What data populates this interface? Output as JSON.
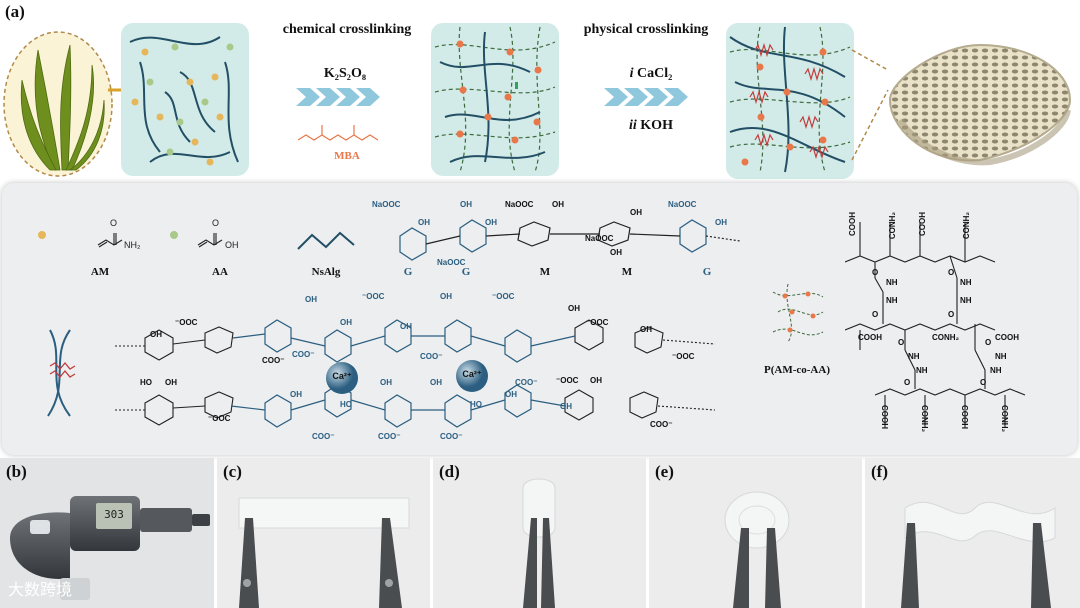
{
  "panel_a": {
    "label": "(a)",
    "step1_title": "chemical crosslinking",
    "step1_reagent": "K₂S₂O₈",
    "step1_crosslinker": "MBA",
    "step2_title": "physical crosslinking",
    "step2_line1_prefix": "i",
    "step2_line1": "CaCl₂",
    "step2_line2_prefix": "ii",
    "step2_line2": "KOH",
    "colors": {
      "arrow": "#8fc8dc",
      "network": "#234f66",
      "crosslink": "#e8784a",
      "box": "#d2ebe8",
      "chain_dash": "#3c6b3c"
    }
  },
  "middle": {
    "legend": [
      {
        "label": "AM",
        "chem": "NH₂",
        "o_label": "O",
        "dot_color": "#e6b75a"
      },
      {
        "label": "AA",
        "chem": "OH",
        "o_label": "O",
        "dot_color": "#a9c98a"
      },
      {
        "label": "NsAlg"
      }
    ],
    "alginate_units": [
      "G",
      "G",
      "M",
      "M",
      "G"
    ],
    "alginate_groups": [
      "NaOOC",
      "OH",
      "OH",
      "NaOOC",
      "OH",
      "NaOOC",
      "OH",
      "NaOOC",
      "OH",
      "NaOOC",
      "OH",
      "OH"
    ],
    "ion_labels": [
      "Ca²⁺",
      "Ca²⁺"
    ],
    "coo_groups": [
      "⁻OOC",
      "OH",
      "COO⁻",
      "OH",
      "⁻OOC",
      "OH",
      "COO⁻",
      "OH",
      "⁻OOC",
      "OH",
      "COO⁻",
      "HO",
      "OH",
      "⁻OOC",
      "OH",
      "COO⁻",
      "HO",
      "OH",
      "COO⁻",
      "OH",
      "COO⁻",
      "HO",
      "OH",
      "COO⁻",
      "OH",
      "⁻OOC",
      "OH",
      "COO⁻",
      "⁻OOC",
      "OH",
      "⁻OOC",
      "OH"
    ],
    "copolymer_label": "P(AM-co-AA)",
    "structure_groups": [
      "COOH",
      "CONH₂",
      "COOH",
      "CONH₂",
      "O",
      "NH",
      "NH",
      "O",
      "O",
      "NH",
      "NH",
      "O",
      "COOH",
      "CONH₂",
      "COOH",
      "O",
      "NH",
      "NH",
      "O",
      "O",
      "NH",
      "NH",
      "O",
      "COOH",
      "CONH₂",
      "COOH",
      "CONH₂"
    ]
  },
  "photos": [
    {
      "label": "(b)"
    },
    {
      "label": "(c)"
    },
    {
      "label": "(d)"
    },
    {
      "label": "(e)"
    },
    {
      "label": "(f)"
    }
  ],
  "micrometer_display": "303",
  "watermark": "大数跨境"
}
